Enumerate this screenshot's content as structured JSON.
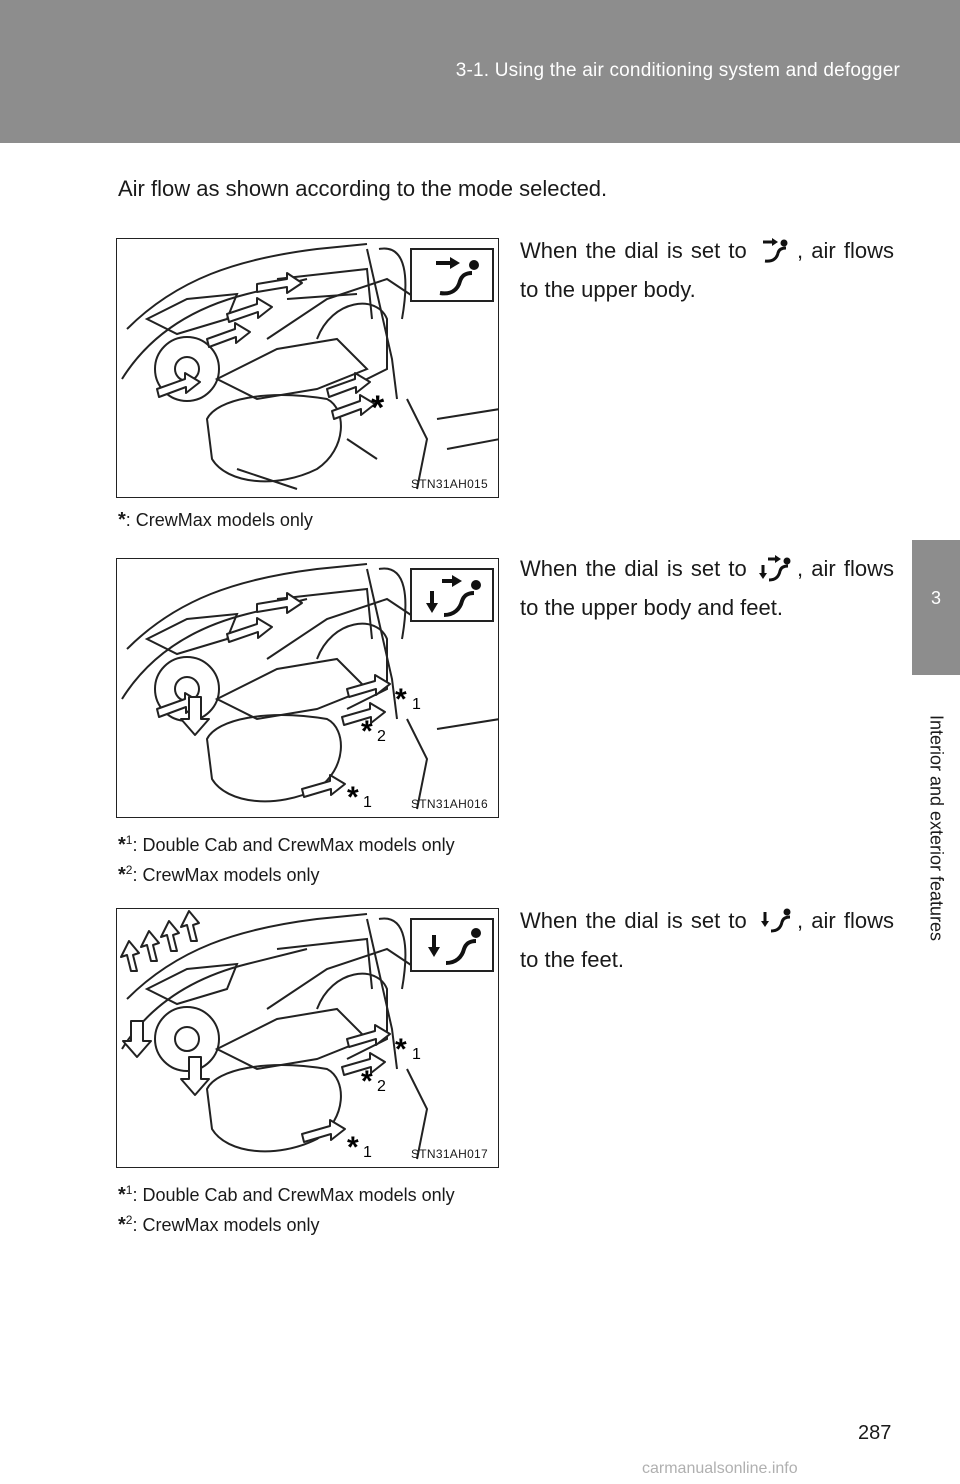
{
  "header": {
    "title": "3-1. Using the air conditioning system and defogger"
  },
  "side_tab": {
    "number": "3",
    "label": "Interior and exterior features"
  },
  "intro": "Air flow as shown according to the mode selected.",
  "modes": [
    {
      "desc_pre": "When the dial is set to",
      "desc_post": ", air flows to the upper body.",
      "icon": "face-vent-icon",
      "figure_code": "STN31AH015",
      "figure_marks": [
        "*"
      ],
      "notes": [
        {
          "mark": "*",
          "sup": "",
          "text": ": CrewMax models only"
        }
      ]
    },
    {
      "desc_pre": "When the dial is set to",
      "desc_post": ", air flows to the upper body and feet.",
      "icon": "bi-level-vent-icon",
      "figure_code": "STN31AH016",
      "figure_marks": [
        "*1",
        "*2",
        "*1"
      ],
      "notes": [
        {
          "mark": "*",
          "sup": "1",
          "text": ": Double Cab and CrewMax models only"
        },
        {
          "mark": "*",
          "sup": "2",
          "text": ": CrewMax models only"
        }
      ]
    },
    {
      "desc_pre": "When the dial is set to",
      "desc_post": ", air flows to the feet.",
      "icon": "foot-vent-icon",
      "figure_code": "STN31AH017",
      "figure_marks": [
        "*1",
        "*2",
        "*1"
      ],
      "notes": [
        {
          "mark": "*",
          "sup": "1",
          "text": ": Double Cab and CrewMax models only"
        },
        {
          "mark": "*",
          "sup": "2",
          "text": ": CrewMax models only"
        }
      ]
    }
  ],
  "page_number": "287",
  "watermark": "carmanualsonline.info"
}
